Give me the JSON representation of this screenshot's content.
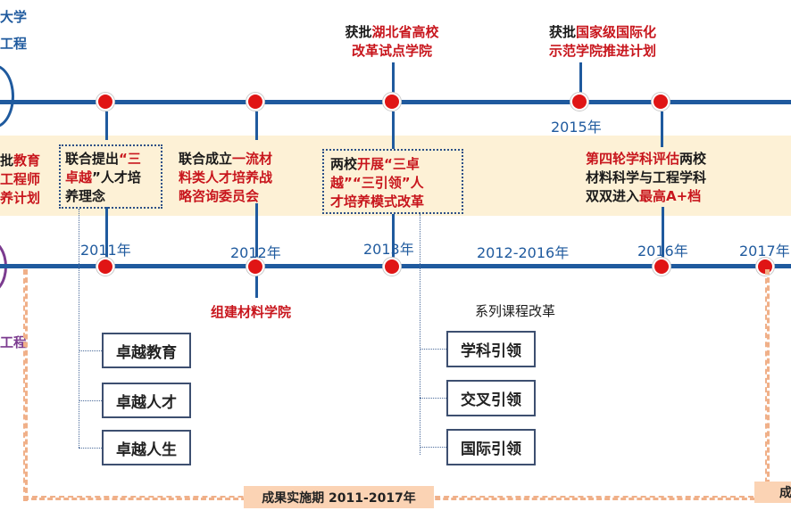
{
  "logo_top": {
    "line1": "大学",
    "line2": "工程"
  },
  "logo_bottom": {
    "text": "工程"
  },
  "left_edge": {
    "line1_prefix": "批",
    "line1_red": "教育",
    "line2_red": "工程师",
    "line3_red": "养计划"
  },
  "top_events": [
    {
      "prefix": "获批",
      "red1": "湖北省高校",
      "red2": "改革试点学院"
    },
    {
      "prefix": "获批",
      "red1": "国家级国际化",
      "red2": "示范学院推进计划"
    }
  ],
  "year_2015": "2015年",
  "band_items": {
    "e2011": {
      "l1a": "联合提出",
      "l1b": "“三",
      "l2a": "卓越",
      "l2b": "”人才培",
      "l3": "养理念"
    },
    "e2012": {
      "l1a": "联合成立",
      "l1b": "一流材",
      "l2": "料类人才培养战",
      "l3": "略咨询委员会"
    },
    "e2013": {
      "l1a": "两校",
      "l1b": "开展“三卓",
      "l2": "越”“三引领”人",
      "l3": "才培养模式改革"
    },
    "e2016": {
      "l1a": "第四轮学科评估",
      "l1b": "两校",
      "l2": "材料科学与工程学科",
      "l3a": "双双进入",
      "l3b": "最高A+档"
    }
  },
  "years_bottom": {
    "y2011": "2011年",
    "y2012": "2012年",
    "y2013": "2013年",
    "y2012_2016": "2012-2016年",
    "y2016": "2016年",
    "y2017": "2017年"
  },
  "below": {
    "college": "组建材料学院",
    "course_reform": "系列课程改革"
  },
  "zhuoyue": [
    "卓越教育",
    "卓越人才",
    "卓越人生"
  ],
  "yinling": [
    "学科引领",
    "交叉引领",
    "国际引领"
  ],
  "period": {
    "label": "成果实施期 2011-2017年",
    "right_partial": "成"
  },
  "colors": {
    "axis": "#1f5a9e",
    "dot": "#e01515",
    "band": "#fdf1d6",
    "highlight": "#c8161d",
    "period": "#fbd3b4"
  }
}
